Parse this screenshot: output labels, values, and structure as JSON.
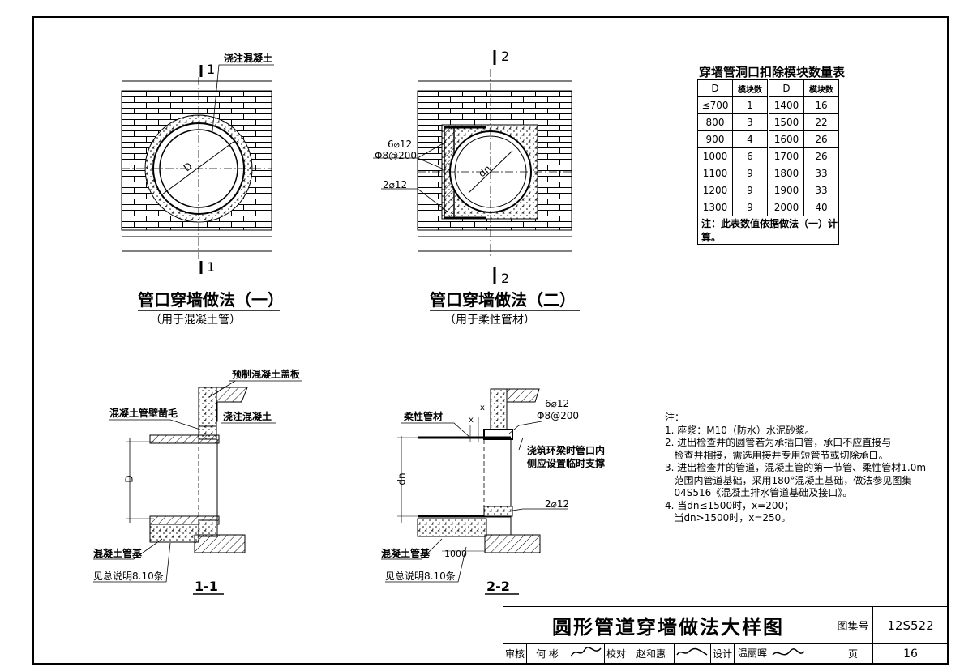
{
  "fig1": {
    "title": "管口穿墙做法（一）",
    "subtitle": "（用于混凝土管）",
    "label_concrete": "浇注混凝土",
    "label_d": "D",
    "sec_top": "1",
    "sec_bottom": "1"
  },
  "fig2": {
    "title": "管口穿墙做法（二）",
    "subtitle": "（用于柔性管材）",
    "label_rebar1": "6⌀12",
    "label_rebar2": "Φ8@200",
    "label_rebar3": "2⌀12",
    "label_dn": "dn",
    "sec_top": "2",
    "sec_bottom": "2"
  },
  "table": {
    "title": "穿墙管洞口扣除模块数量表",
    "headers": [
      "D",
      "模块数",
      "D",
      "模块数"
    ],
    "rows": [
      [
        "≤700",
        "1",
        "1400",
        "16"
      ],
      [
        "800",
        "3",
        "1500",
        "22"
      ],
      [
        "900",
        "4",
        "1600",
        "26"
      ],
      [
        "1000",
        "6",
        "1700",
        "26"
      ],
      [
        "1100",
        "9",
        "1800",
        "33"
      ],
      [
        "1200",
        "9",
        "1900",
        "33"
      ],
      [
        "1300",
        "9",
        "2000",
        "40"
      ]
    ],
    "note": "注：此表数值依据做法（一）计算。"
  },
  "sec11": {
    "title": "1-1",
    "label_slab": "预制混凝土盖板",
    "label_hair": "混凝土管壁凿毛",
    "label_pour": "浇注混凝土",
    "label_d": "D",
    "label_base": "混凝土管基",
    "label_ref": "见总说明8.10条"
  },
  "sec22": {
    "title": "2-2",
    "label_pipe": "柔性管材",
    "label_rebar1": "6⌀12",
    "label_rebar2": "Φ8@200",
    "label_x1": "x",
    "label_x2": "x",
    "label_support1": "浇筑环梁时管口内",
    "label_support2": "侧应设置临时支撑",
    "label_rebar3": "2⌀12",
    "label_dn": "dn",
    "label_1000": "1000",
    "label_base": "混凝土管基",
    "label_ref": "见总说明8.10条"
  },
  "notes": [
    "注：",
    "1. 座浆：M10（防水）水泥砂浆。",
    "2. 进出检查井的圆管若为承插口管，承口不应直接与",
    "   检查井相接，需选用接井专用短管节或切除承口。",
    "3. 进出检查井的管道，混凝土管的第一节管、柔性管材1.0m",
    "   范围内管道基础，采用180°混凝土基础，做法参见图集",
    "   04S516《混凝土排水管道基础及接口》。",
    "4. 当dn≤1500时，x=200；",
    "   当dn>1500时，x=250。"
  ],
  "titleblock": {
    "title": "圆形管道穿墙做法大样图",
    "atlas_label": "图集号",
    "atlas_no": "12S522",
    "review": "审核",
    "reviewer": "何  彬",
    "check": "校对",
    "checker": "赵和惠",
    "design": "设计",
    "designer": "温丽晖",
    "page_label": "页",
    "page_no": "16"
  }
}
